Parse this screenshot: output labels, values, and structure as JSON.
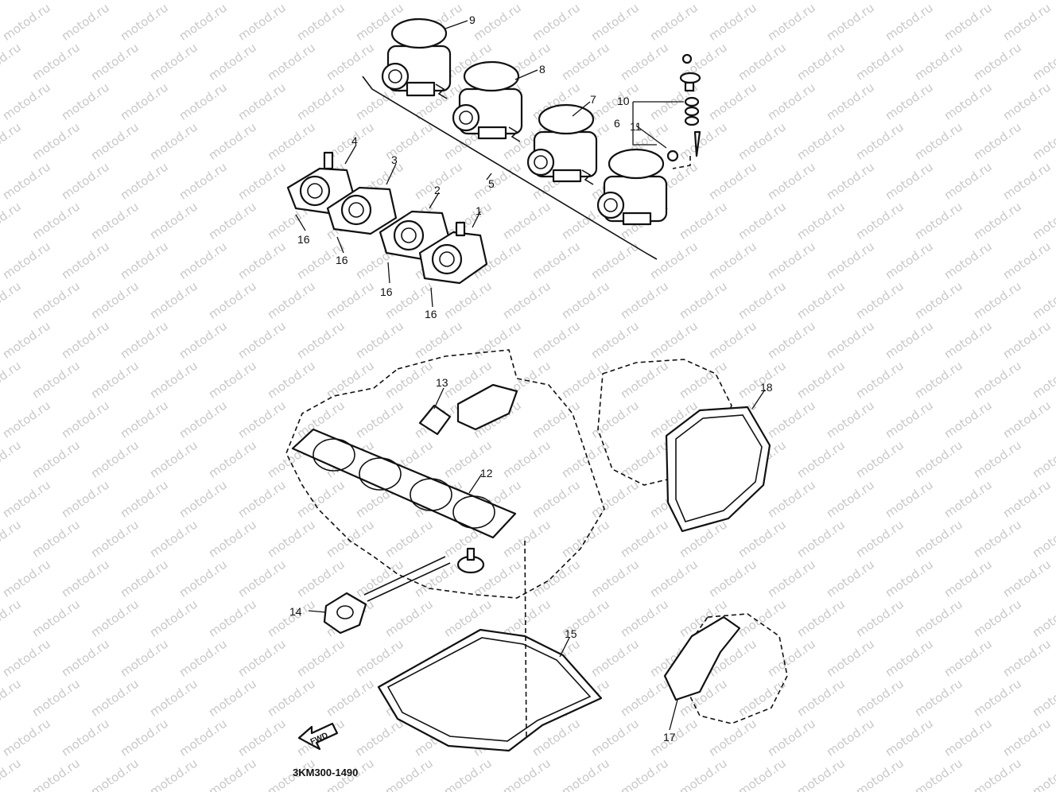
{
  "watermark": "motod.ru",
  "callouts": {
    "c1": "1",
    "c2": "2",
    "c3": "3",
    "c4": "4",
    "c5": "5",
    "c6": "6",
    "c7": "7",
    "c8": "8",
    "c9": "9",
    "c10": "10",
    "c11": "11",
    "c12": "12",
    "c13": "13",
    "c14": "14",
    "c15": "15",
    "c16a": "16",
    "c16b": "16",
    "c16c": "16",
    "c16d": "16",
    "c17": "17",
    "c18": "18"
  },
  "forward_marker": "FWD",
  "diagram_code": "3KM300-1490"
}
